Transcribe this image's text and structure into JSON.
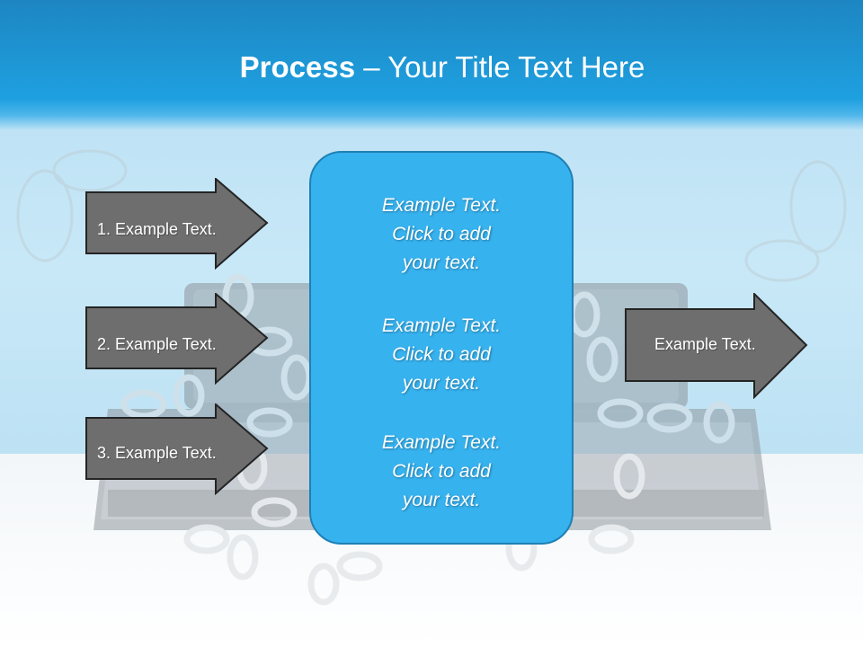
{
  "title": {
    "bold": "Process",
    "rest": " – Your Title Text Here"
  },
  "center": {
    "paragraphs": [
      {
        "line1": "Example Text.",
        "line2": "Click  to add",
        "line3": "your text."
      },
      {
        "line1": "Example Text.",
        "line2": "Click  to add",
        "line3": "your text."
      },
      {
        "line1": "Example Text.",
        "line2": "Click  to add",
        "line3": "your text."
      }
    ]
  },
  "arrows": {
    "left": [
      {
        "label": "1. Example Text."
      },
      {
        "label": "2. Example Text."
      },
      {
        "label": "3. Example Text."
      }
    ],
    "right": {
      "label": "Example Text."
    }
  },
  "colors": {
    "header": "#1ea0e0",
    "accent": "#36b2ef",
    "arrow_fill": "#6e6e6e"
  }
}
